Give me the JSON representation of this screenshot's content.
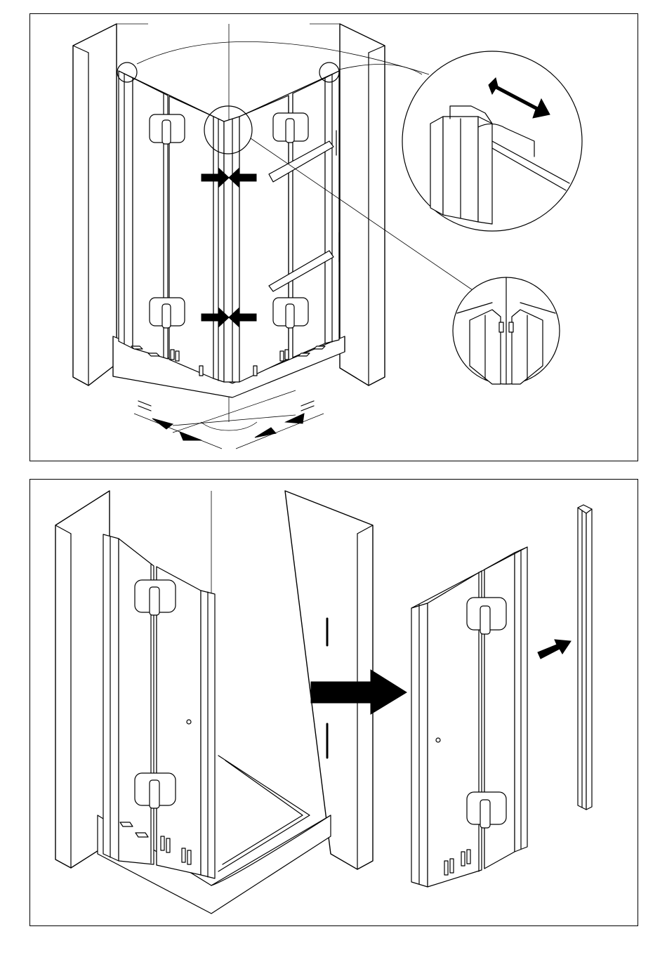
{
  "figures": [
    {
      "id": "step-a",
      "callouts": [
        "hinge-corner-detail",
        "corner-profile-detail"
      ],
      "marks": [
        "equal-sign-left",
        "equal-sign-right"
      ]
    },
    {
      "id": "step-b",
      "parts": [
        "installed-folding-door",
        "removed-folding-door",
        "wall-profile"
      ],
      "marks": [
        "removal-arrow",
        "insert-arrow"
      ]
    }
  ],
  "colors": {
    "line": "#000000",
    "background": "#ffffff",
    "fill": "#e8e8e8"
  }
}
